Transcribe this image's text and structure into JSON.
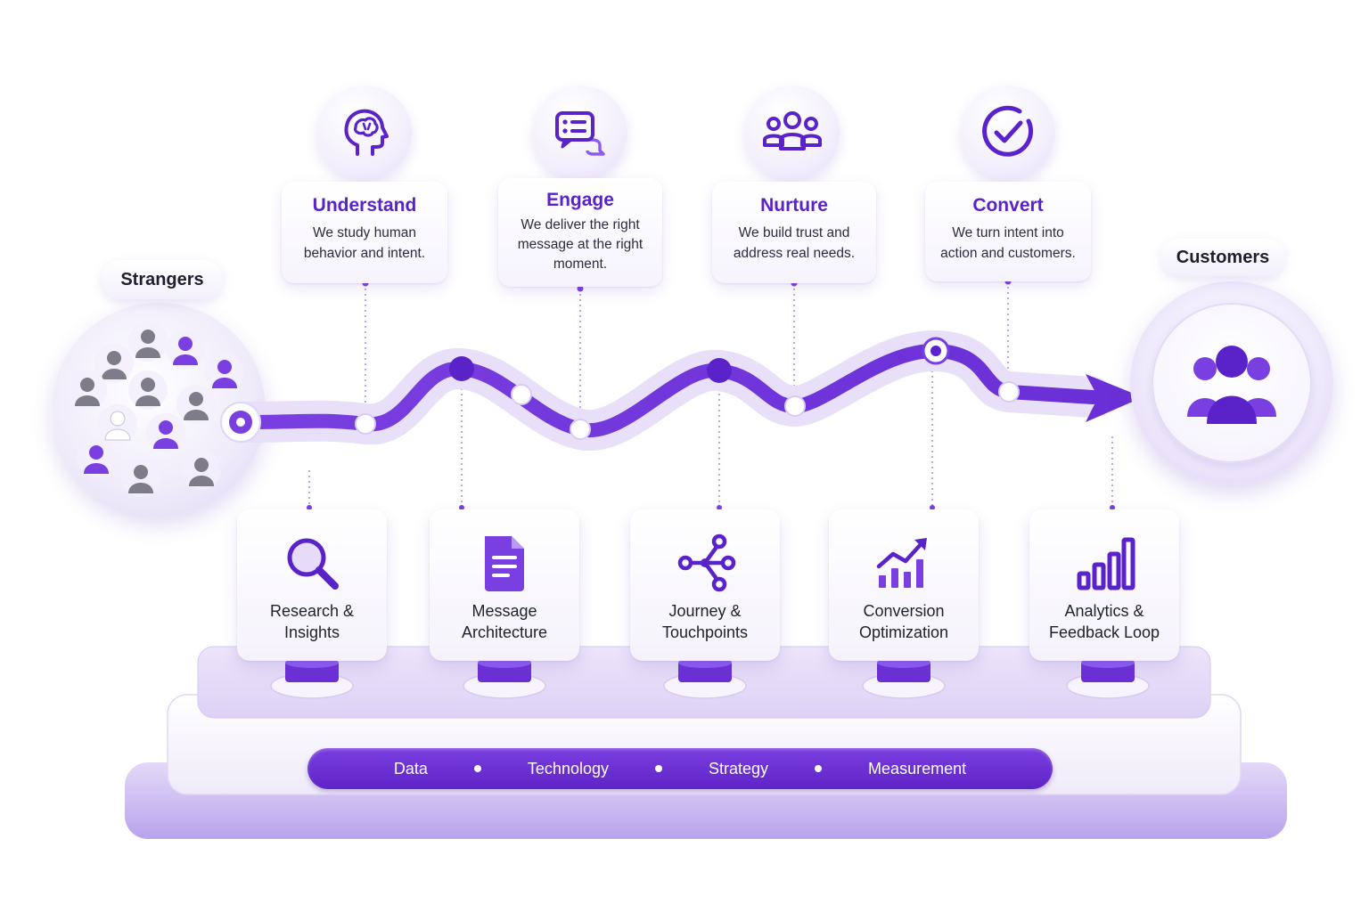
{
  "start": {
    "label": "Strangers"
  },
  "end": {
    "label": "Customers"
  },
  "stages": [
    {
      "title": "Understand",
      "desc_lines": [
        "We study human",
        "behavior and intent."
      ],
      "icon": "head-brain-icon"
    },
    {
      "title": "Engage",
      "desc_lines": [
        "We deliver the right",
        "message at the right",
        "moment."
      ],
      "icon": "chat-bubbles-icon"
    },
    {
      "title": "Nurture",
      "desc_lines": [
        "We build trust and",
        "address real needs."
      ],
      "icon": "group-people-icon"
    },
    {
      "title": "Convert",
      "desc_lines": [
        "We turn intent into",
        "action and customers."
      ],
      "icon": "check-circle-icon"
    }
  ],
  "pillars": [
    {
      "lines": [
        "Research &",
        "Insights"
      ],
      "icon": "magnifier-icon"
    },
    {
      "lines": [
        "Message",
        "Architecture"
      ],
      "icon": "document-icon"
    },
    {
      "lines": [
        "Journey &",
        "Touchpoints"
      ],
      "icon": "network-icon"
    },
    {
      "lines": [
        "Conversion",
        "Optimization"
      ],
      "icon": "growth-chart-icon"
    },
    {
      "lines": [
        "Analytics &",
        "Feedback Loop"
      ],
      "icon": "bar-chart-icon"
    }
  ],
  "foundation": [
    "Data",
    "Technology",
    "Strategy",
    "Measurement"
  ],
  "colors": {
    "accent": "#5a22c9",
    "accent_light": "#8b5cf0",
    "base_light": "#e4dbf7",
    "gray_person": "#7d7c88"
  }
}
